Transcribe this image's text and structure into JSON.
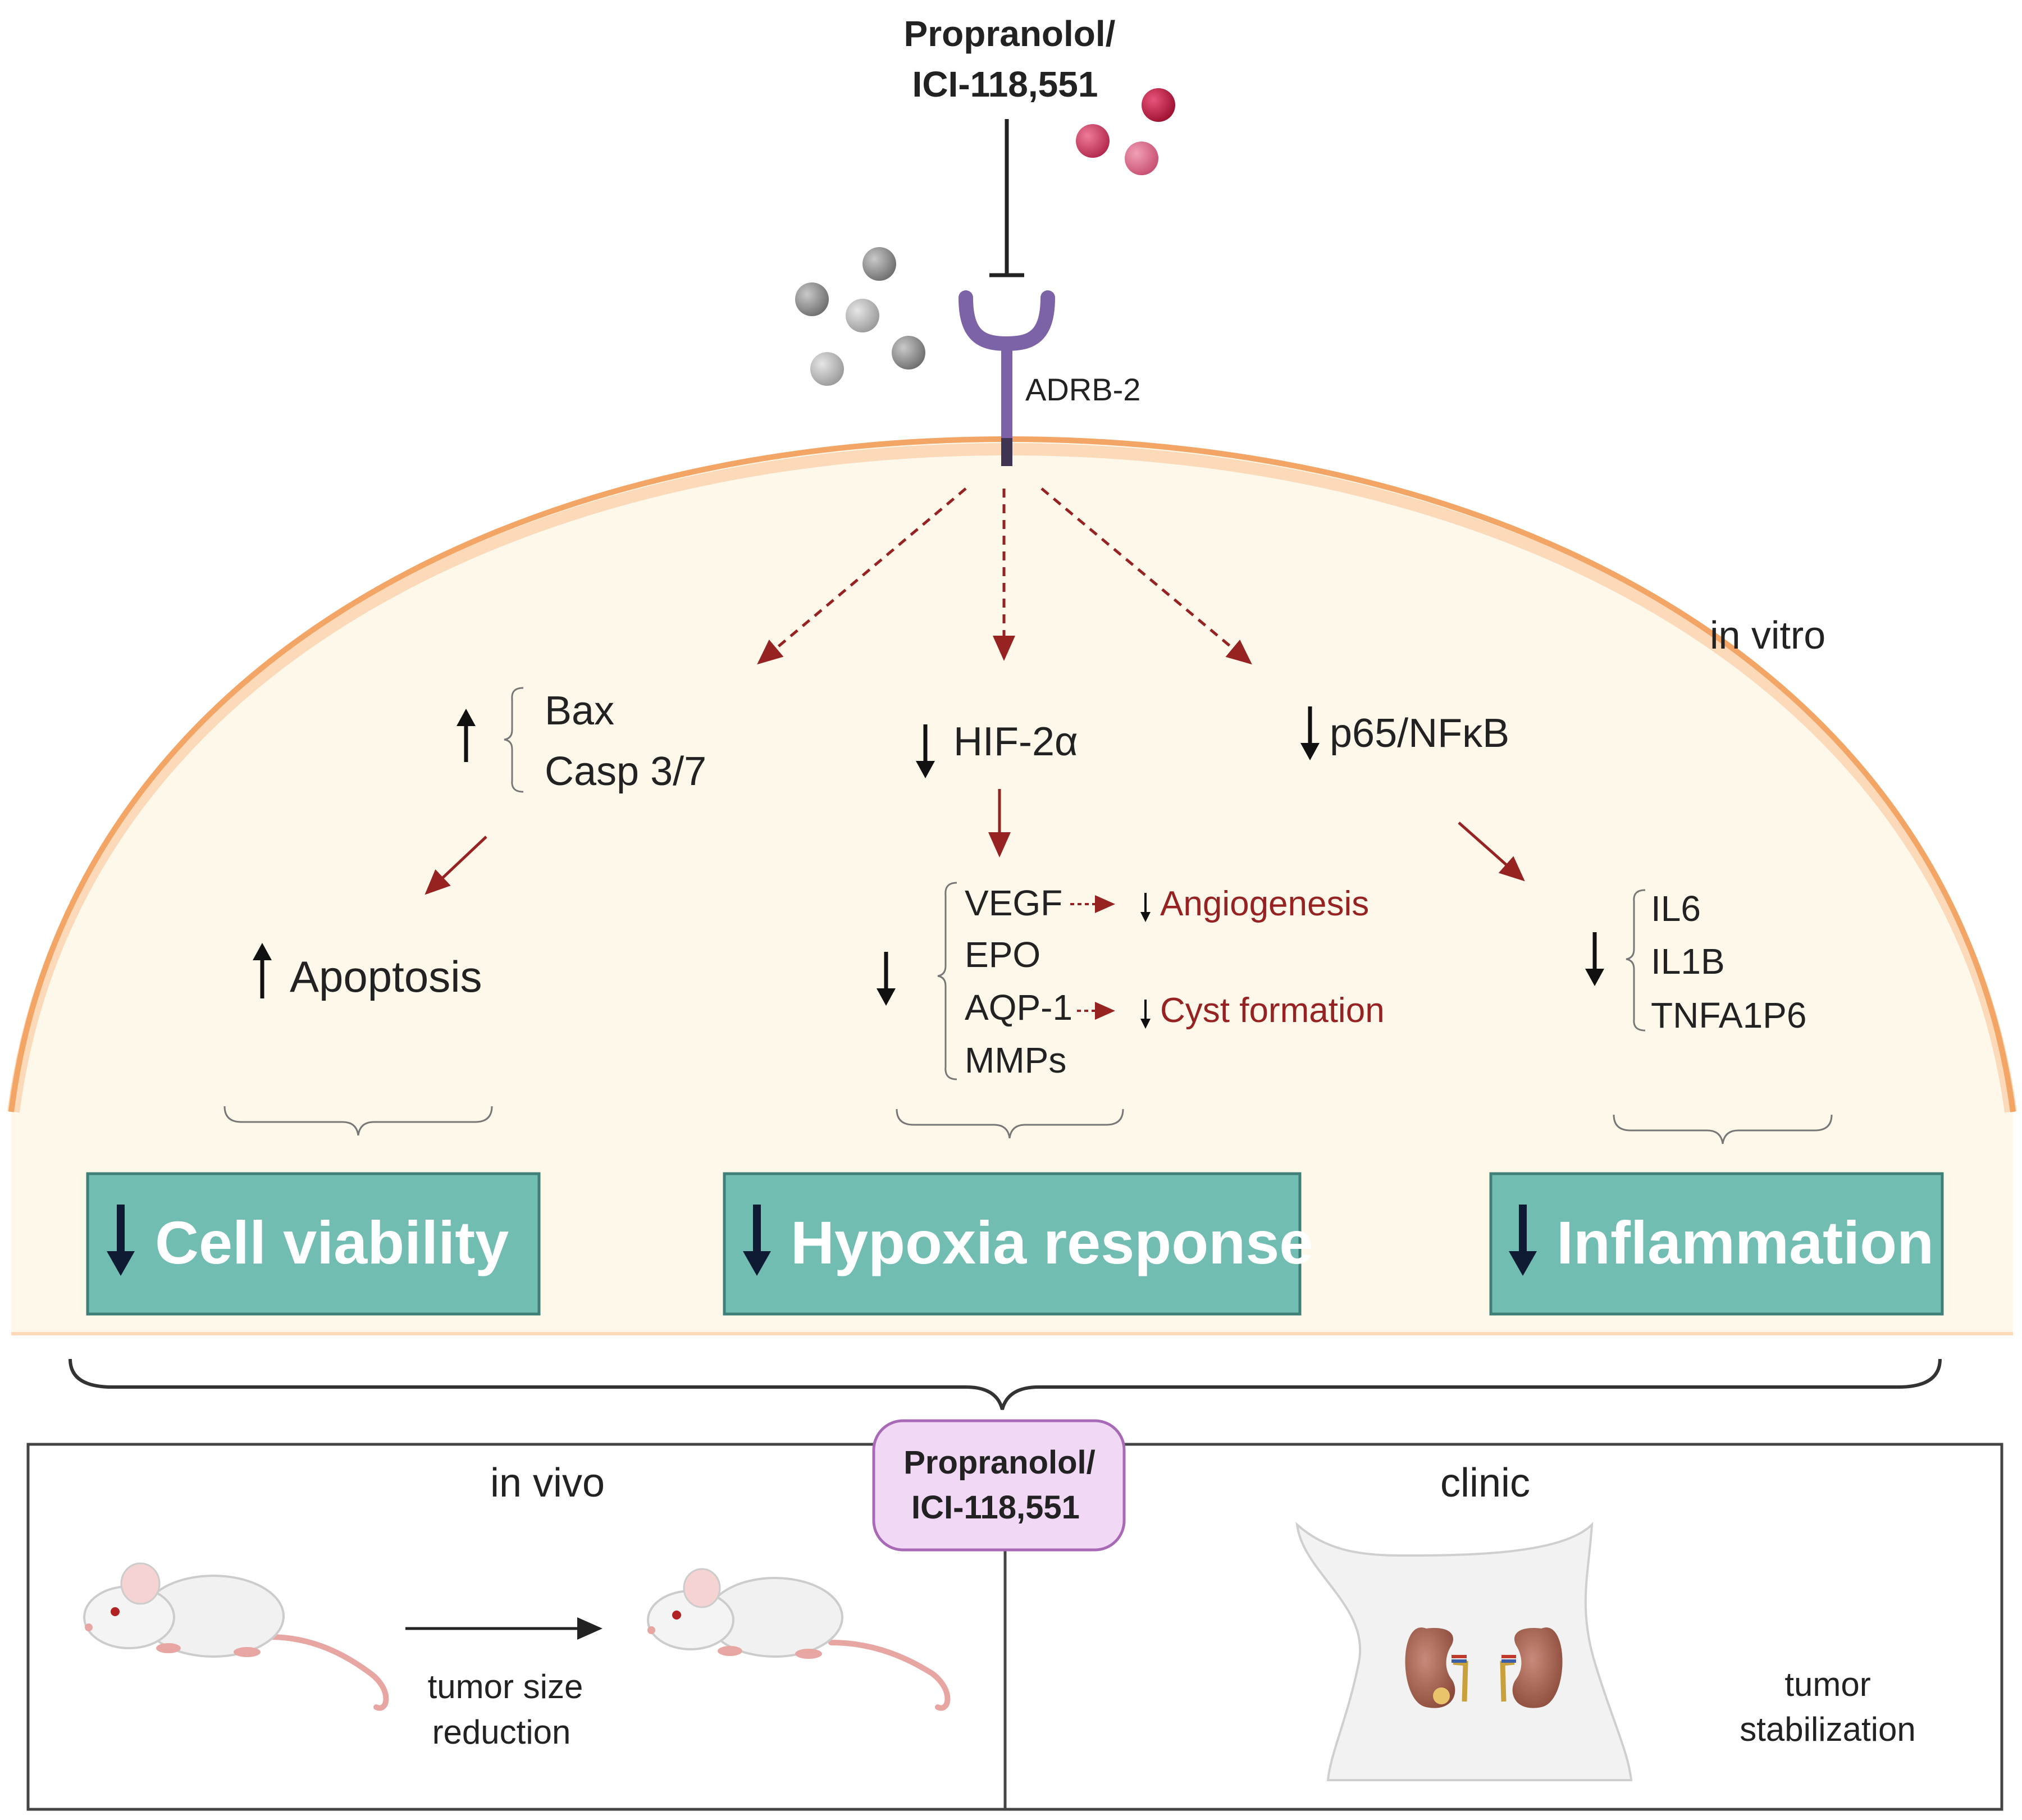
{
  "drug_top": {
    "line1": "Propranolol/",
    "line2": "ICI-118,551"
  },
  "receptor": {
    "label": "ADRB-2"
  },
  "region_in_vitro": "in vitro",
  "apoptosis_branch": {
    "markers": [
      "Bax",
      "Casp 3/7"
    ],
    "effect": "Apoptosis"
  },
  "hypoxia_branch": {
    "factor": "HIF-2α",
    "targets": [
      "VEGF",
      "EPO",
      "AQP-1",
      "MMPs"
    ],
    "angiogenesis": "Angiogenesis",
    "cyst_formation": "Cyst formation"
  },
  "inflammation_branch": {
    "factor": "p65/NFκB",
    "targets": [
      "IL6",
      "IL1B",
      "TNFA1P6"
    ]
  },
  "outcomes": [
    "Cell viability",
    "Hypoxia response",
    "Inflammation"
  ],
  "drug_bottom": {
    "line1": "Propranolol/",
    "line2": "ICI-118,551"
  },
  "in_vivo": {
    "title": "in vivo",
    "note_line1": "tumor size",
    "note_line2": "reduction"
  },
  "clinic": {
    "title": "clinic",
    "note_line1": "tumor",
    "note_line2": "stabilization"
  },
  "colors": {
    "cell_fill": "#fdf8ea",
    "membrane": "#f2a565",
    "membrane_inner": "#fbd9b9",
    "dark_red_arrow": "#962222",
    "outcome_box": "#72bdb2",
    "outcome_border": "#3f7f78",
    "receptor": "#7c62a6",
    "drug_box_fill": "#f1d9f6",
    "drug_box_border": "#a86ab6",
    "red_text": "#962222"
  }
}
